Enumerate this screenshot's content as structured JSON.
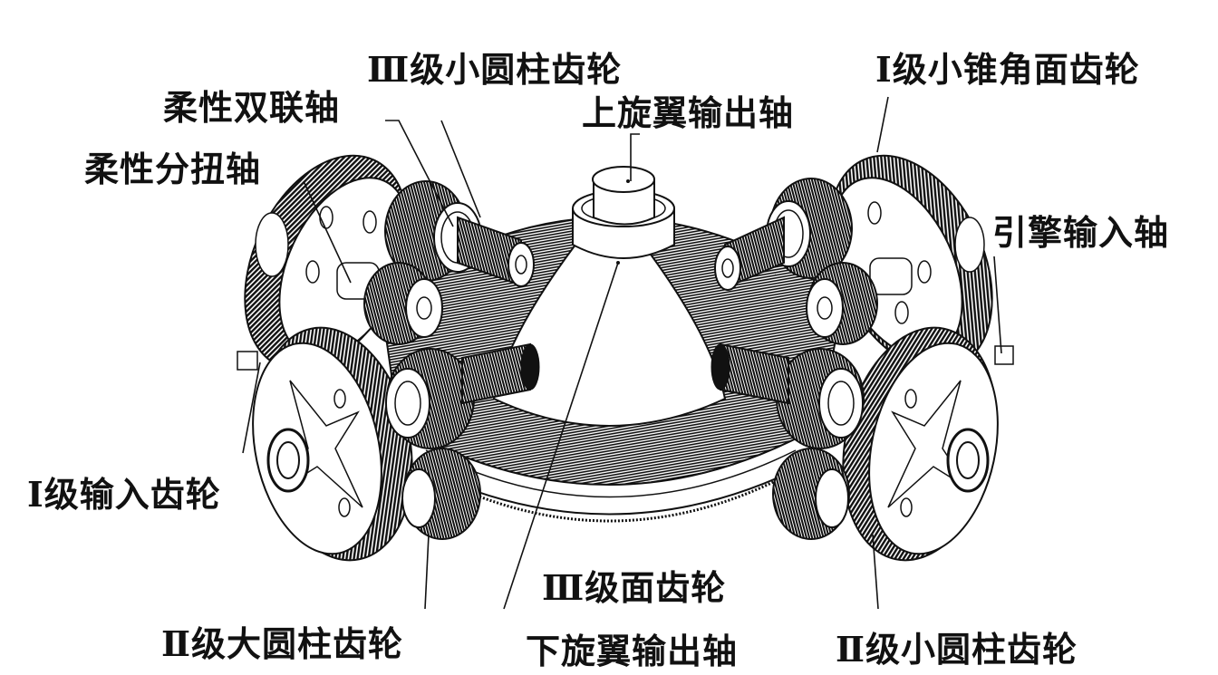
{
  "figure": {
    "subject": "coaxial rotor gearbox torque-split transmission",
    "labels": {
      "stage3_small_spur_gear": "Ⅲ级小圆柱齿轮",
      "flexible_double_shaft": "柔性双联轴",
      "flexible_split_torsion_shaft": "柔性分扭轴",
      "upper_rotor_output_shaft": "上旋翼输出轴",
      "stage1_small_bevel_face_gear": "Ⅰ级小锥角面齿轮",
      "engine_input_shaft": "引擎输入轴",
      "stage1_input_gear": "Ⅰ级输入齿轮",
      "stage3_face_gear": "Ⅲ级面齿轮",
      "stage2_large_spur_gear": "Ⅱ级大圆柱齿轮",
      "lower_rotor_output_shaft": "下旋翼输出轴",
      "stage2_small_spur_gear": "Ⅱ级小圆柱齿轮"
    },
    "colors": {
      "ink": "#111111",
      "paper": "#ffffff",
      "gear_dark": "#1a1a1a"
    }
  }
}
